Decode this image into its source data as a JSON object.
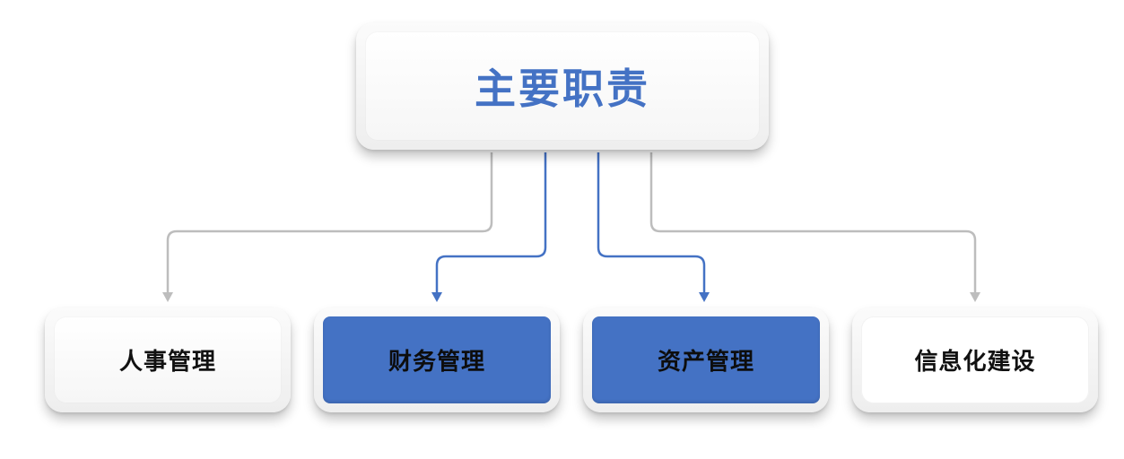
{
  "root": {
    "label": "主要职责"
  },
  "children": [
    {
      "label": "人事管理",
      "style": "plain"
    },
    {
      "label": "财务管理",
      "style": "blue"
    },
    {
      "label": "资产管理",
      "style": "blue"
    },
    {
      "label": "信息化建设",
      "style": "white"
    }
  ],
  "colors": {
    "accent_blue": "#4472c4",
    "connector_gray": "#bdbdbd",
    "text_dark": "#111111"
  }
}
